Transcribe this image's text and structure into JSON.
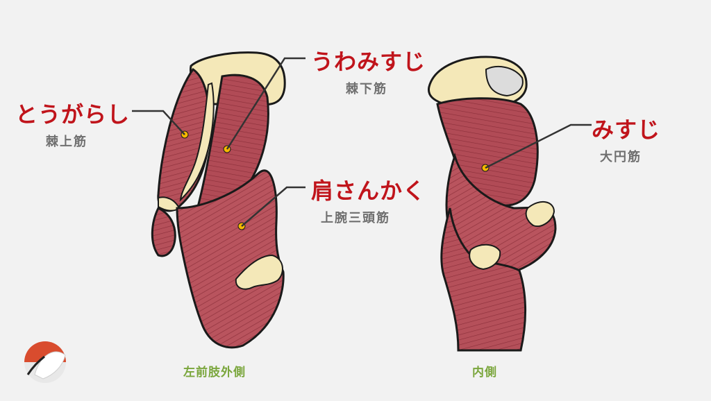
{
  "labels": {
    "supraspinatus": {
      "cut": "とうがらし",
      "muscle": "棘上筋"
    },
    "infraspinatus": {
      "cut": "うわみすじ",
      "muscle": "棘下筋"
    },
    "triceps": {
      "cut": "肩さんかく",
      "muscle": "上腕三頭筋"
    },
    "teres_major": {
      "cut": "みすじ",
      "muscle": "大円筋"
    }
  },
  "captions": {
    "lateral": "左前肢外側",
    "medial": "内側"
  },
  "colors": {
    "background": "#f2f2f2",
    "muscle": "#b5505a",
    "muscle_dark": "#8c2f3a",
    "fat": "#f4e8b8",
    "cartilage": "#dcdcdc",
    "label_red": "#c0141b",
    "label_gray": "#6f6f6f",
    "caption_green": "#7aa63c",
    "marker": "#f5b800"
  },
  "logo": {
    "icon": "bird-logo-icon"
  }
}
